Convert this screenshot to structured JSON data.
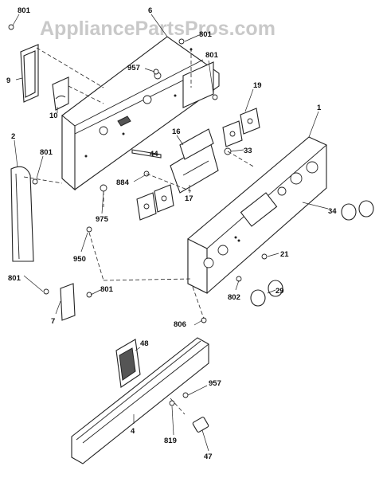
{
  "watermark": "AppliancePartsPros.com",
  "labels": {
    "p1": "1",
    "p2": "2",
    "p4": "4",
    "p6": "6",
    "p7": "7",
    "p9": "9",
    "p10": "10",
    "p16": "16",
    "p17": "17",
    "p19": "19",
    "p21": "21",
    "p29": "29",
    "p33": "33",
    "p34": "34",
    "p44": "44",
    "p47": "47",
    "p48": "48",
    "p801a": "801",
    "p801b": "801",
    "p801c": "801",
    "p801d": "801",
    "p801e": "801",
    "p801f": "801",
    "p802": "802",
    "p806": "806",
    "p819": "819",
    "p884": "884",
    "p950": "950",
    "p957a": "957",
    "p957b": "957",
    "p975": "975"
  }
}
